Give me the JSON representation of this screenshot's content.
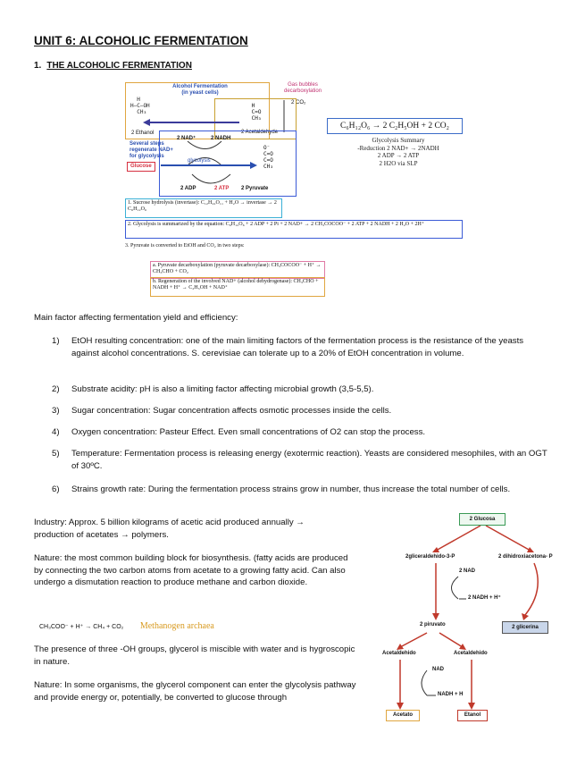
{
  "doc": {
    "title": "UNIT 6: ALCOHOLIC FERMENTATION",
    "section_number": "1.",
    "section_title": "THE ALCOHOLIC FERMENTATION"
  },
  "figure1": {
    "header": "Alcohol Fermentation (in yeast cells)",
    "decarb_label": "Gas bubbles decarboxylation",
    "co2_label": "2 CO₂",
    "ethanol_label": "2 Ethanol",
    "acetaldehyde_label": "2 Acetaldehyde",
    "nad_label": "2 NAD⁺",
    "nadh_label": "2 NADH",
    "regen_label": "Several steps regenerate NAD+ for glycolysis",
    "glucose_label": "Glucose",
    "glycolysis_label": "glycolysis",
    "adp_label": "2 ADP",
    "atp_label": "2 ATP",
    "pyruvate_label": "2 Pyruvate",
    "formula_box": "C₆H₁₂O₆ → 2 C₂H₅OH + 2 CO₂",
    "summary_title": "Glycolysis Summary",
    "summary_lines": [
      "-Reduction 2 NAD+ → 2NADH",
      "2 ADP → 2 ATP",
      "2 H2O via SLP"
    ],
    "step1": "1. Sucrose hydrolysis (invertase): C₁₂H₂₂O₁₁ + H₂O → invertase → 2 C₆H₁₂O₆",
    "step2": "2. Glycolysis is summarized by the equation: C₆H₁₂O₆ + 2 ADP + 2 Pi + 2 NAD+ → 2 CH₃COCOO⁻ + 2 ATP + 2 NADH + 2 H₂O + 2H⁺",
    "step3": "3. Pyruvate is converted to EtOH and CO₂ in two steps:",
    "step3a": "a. Pyruvate decarboxylation (pyruvate decarboxylase): CH₃COCOO⁻ + H⁺ → CH₃CHO + CO₂",
    "step3b": "b. Regeneration of the involved NAD+ (alcohol dehydrogenase): CH₃CHO + NADH + H⁺ → C₂H₅OH + NAD⁺"
  },
  "factors": {
    "intro": "Main factor affecting fermentation yield and efficiency:",
    "items": [
      {
        "num": "1)",
        "text": "EtOH resulting concentration: one of the main limiting factors of the fermentation process is the resistance of the yeasts against alcohol concentrations. S. cerevisiae can tolerate up to a 20% of EtOH concentration in volume."
      },
      {
        "num": "2)",
        "text": "Substrate acidity: pH is also a limiting factor affecting microbial growth (3,5-5,5)."
      },
      {
        "num": "3)",
        "text": "Sugar concentration: Sugar concentration affects osmotic processes inside the cells."
      },
      {
        "num": "4)",
        "text": "Oxygen concentration: Pasteur Effect. Even small concentrations of O2 can stop the process."
      },
      {
        "num": "5)",
        "text": "Temperature: Fermentation process is releasing energy (exotermic reaction). Yeasts are considered mesophiles, with an OGT of 30ºC."
      },
      {
        "num": "6)",
        "text": "Strains growth rate: During the fermentation process strains grow in number, thus increase the total number of cells."
      }
    ]
  },
  "paragraphs": {
    "industry": "Industry: Approx. 5 billion kilograms of acetic acid produced annually → production of acetates → polymers.",
    "nature1": "Nature: the most common building block for biosynthesis. (fatty acids are produced by connecting the two carbon atoms from acetate to a growing fatty acid. Can also undergo a dismutation reaction to produce methane and carbon dioxide.",
    "reaction": "CH₃COO⁻ + H⁺ → CH₄ + CO₂",
    "methanogen": "Methanogen archaea",
    "glycerol": "The presence of three -OH groups, glycerol is miscible with water and is hygroscopic in nature.",
    "nature2": "Nature: In some organisms, the glycerol component can enter the glycolysis pathway and provide energy or, potentially, be converted to glucose through"
  },
  "figure2": {
    "glucosa": "2 Glucosa",
    "gliceraldehido": "2gliceraldehido-3-P",
    "dihidroxi": "2 dihidroxiacetona- P",
    "nad": "2 NAD",
    "nadh": "2 NADH + H⁺",
    "piruvato": "2 piruvato",
    "glicerina": "2 glicerina",
    "acet1": "Acetaldehido",
    "acet2": "Acetaldehido",
    "nad2": "NAD",
    "nadh2": "NADH + H",
    "acetato": "Acetato",
    "etanol": "Etanol"
  }
}
